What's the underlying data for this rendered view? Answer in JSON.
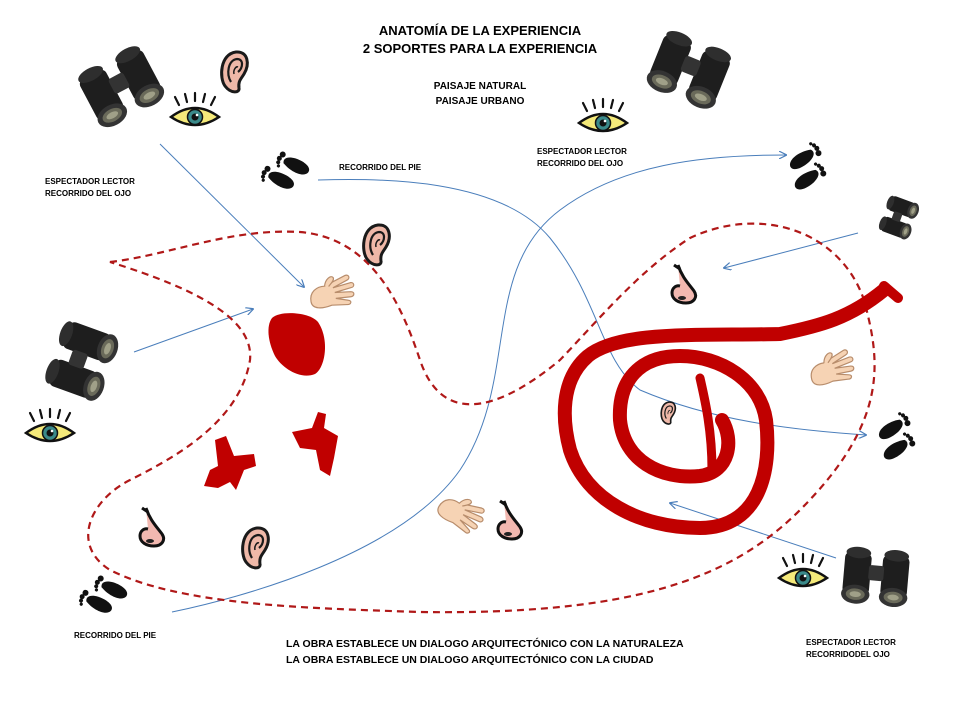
{
  "header": {
    "title_line1": "ANATOMÍA DE LA EXPERIENCIA",
    "title_line2": "2 SOPORTES PARA LA EXPERIENCIA",
    "support_1": "PAISAJE NATURAL",
    "support_2": "PAISAJE URBANO"
  },
  "labels": {
    "viewer_top_left_1": "ESPECTADOR LECTOR",
    "viewer_top_left_2": "RECORRIDO DEL OJO",
    "foot_top": "RECORRIDO DEL PIE",
    "viewer_top_right_1": "ESPECTADOR LECTOR",
    "viewer_top_right_2": "RECORRIDO DEL OJO",
    "foot_bottom_left": "RECORRIDO DEL PIE",
    "viewer_bottom_right_1": "ESPECTADOR LECTOR",
    "viewer_bottom_right_2": "RECORRIDODEL OJO"
  },
  "footer": {
    "line1": "LA OBRA ESTABLECE UN DIALOGO ARQUITECTÓNICO CON LA NATURALEZA",
    "line2": "LA OBRA ESTABLECE UN DIALOGO ARQUITECTÓNICO CON LA CIUDAD"
  },
  "colors": {
    "arrow": "#4a7ebb",
    "dashed_outline": "#b01818",
    "red_shape": "#c00000",
    "eye_yellow": "#f5ea7a"
  },
  "icons": [
    "binoculars-icon",
    "eye-icon",
    "ear-icon",
    "footprints-icon",
    "hand-icon",
    "nose-icon"
  ]
}
